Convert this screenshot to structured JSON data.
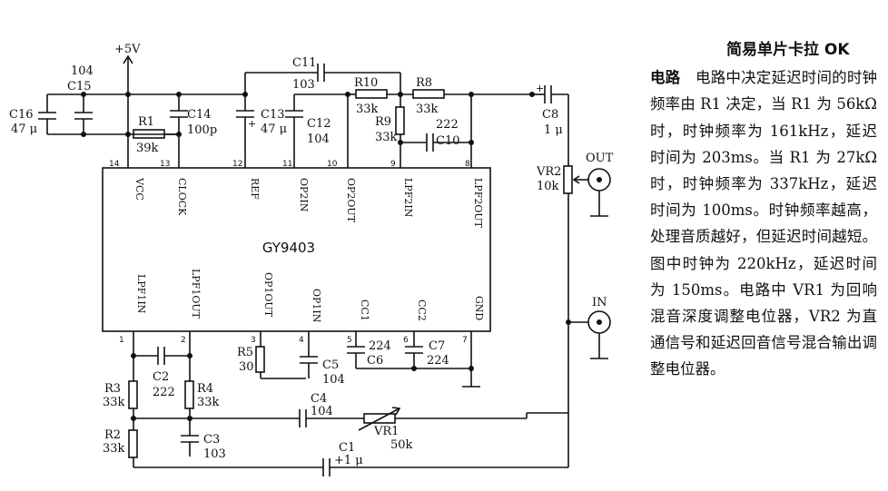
{
  "title": "简易单片卡拉 OK",
  "subtitle": "电路",
  "description": "电路中决定延迟时间的时钟频率由 R1 决定，当 R1 为 56kΩ 时，时钟频率为 161kHz，延迟时间为 203ms。当 R1 为 27kΩ 时，时钟频率为 337kHz，延迟时间为 100ms。时钟频率越高，处理音质越好，但延迟时间越短。图中时钟为 220kHz，延迟时间为 150ms。电路中 VR1 为回响混音深度调整电位器，VR2 为直通信号和延迟回音信号混合输出调整电位器。",
  "chip": {
    "name": "GY9403",
    "top_pins": [
      {
        "num": "14",
        "name": "VCC"
      },
      {
        "num": "13",
        "name": "CLOCK"
      },
      {
        "num": "12",
        "name": "REF"
      },
      {
        "num": "11",
        "name": "OP2IN"
      },
      {
        "num": "10",
        "name": "OP2OUT"
      },
      {
        "num": "9",
        "name": "LPF2IN"
      },
      {
        "num": "8",
        "name": "LPF2OUT"
      }
    ],
    "bottom_pins": [
      {
        "num": "1",
        "name": "LPF1IN"
      },
      {
        "num": "2",
        "name": "LPF1OUT"
      },
      {
        "num": "3",
        "name": "OP1OUT"
      },
      {
        "num": "4",
        "name": "OP1IN"
      },
      {
        "num": "5",
        "name": "CC1"
      },
      {
        "num": "6",
        "name": "CC2"
      },
      {
        "num": "7",
        "name": "GND"
      }
    ]
  },
  "supply": "+5V",
  "connectors": {
    "out": "OUT",
    "in": "IN"
  },
  "components": {
    "c16": {
      "name": "C16",
      "value": "47 μ"
    },
    "c15": {
      "name": "C15",
      "value": "104"
    },
    "r1": {
      "name": "R1",
      "value": "39k"
    },
    "c14": {
      "name": "C14",
      "value": "100p"
    },
    "c13": {
      "name": "C13",
      "value": "47 μ"
    },
    "c12": {
      "name": "C12",
      "value": "104"
    },
    "c11": {
      "name": "C11",
      "value": "103"
    },
    "r10": {
      "name": "R10",
      "value": "33k"
    },
    "r8": {
      "name": "R8",
      "value": "33k"
    },
    "r9": {
      "name": "R9",
      "value": "33k"
    },
    "c10": {
      "name": "C10",
      "value": "222"
    },
    "c8": {
      "name": "C8",
      "value": "1 μ"
    },
    "vr2": {
      "name": "VR2",
      "value": "10k"
    },
    "c2": {
      "name": "C2",
      "value": "222"
    },
    "r3": {
      "name": "R3",
      "value": "33k"
    },
    "r4": {
      "name": "R4",
      "value": "33k"
    },
    "r2": {
      "name": "R2",
      "value": "33k"
    },
    "c3": {
      "name": "C3",
      "value": "103"
    },
    "r5": {
      "name": "R5",
      "value": "30"
    },
    "c5": {
      "name": "C5",
      "value": "104"
    },
    "c6": {
      "name": "C6",
      "value": "224"
    },
    "c7": {
      "name": "C7",
      "value": "224"
    },
    "c4": {
      "name": "C4",
      "value": "104"
    },
    "vr1": {
      "name": "VR1",
      "value": "50k"
    },
    "c1": {
      "name": "C1",
      "value": "+1 μ"
    }
  }
}
